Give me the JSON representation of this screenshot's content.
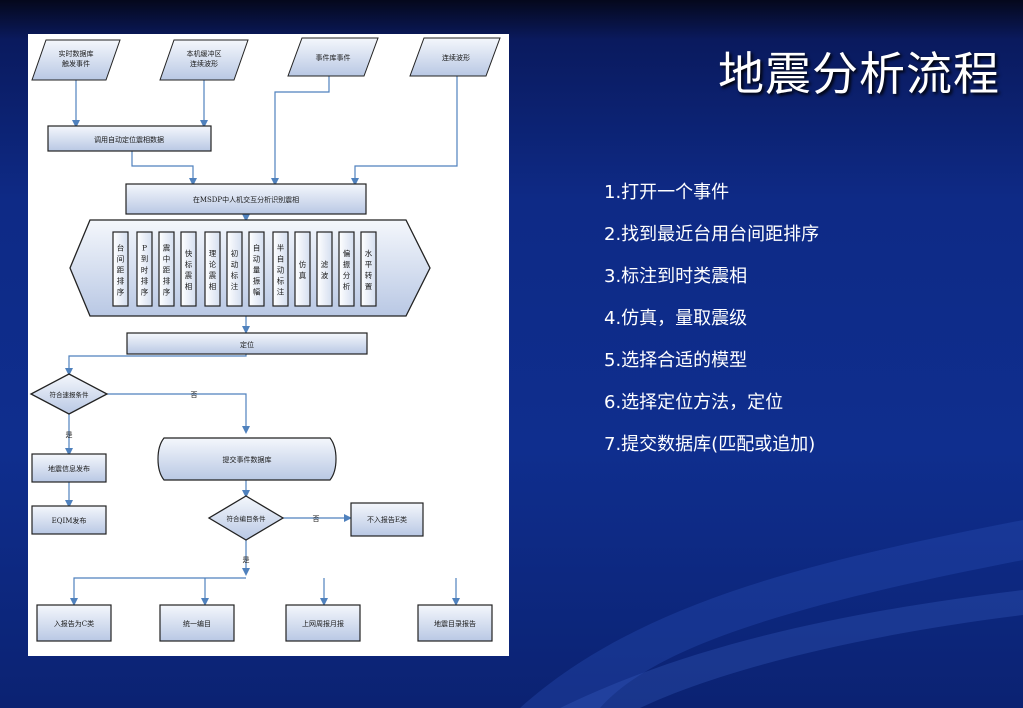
{
  "title": "地震分析流程",
  "steps": [
    "1.打开一个事件",
    "2.找到最近台用台间距排序",
    "3.标注到时类震相",
    "4.仿真，量取震级",
    "5.选择合适的模型",
    "6.选择定位方法，定位",
    "7.提交数据库(匹配或追加)"
  ],
  "flowchart": {
    "inputs": [
      [
        "实时数据库",
        "触发事件"
      ],
      [
        "本机缓冲区",
        "连续波形"
      ],
      [
        "事件库事件"
      ],
      [
        "连续波形"
      ]
    ],
    "load_box": "调用自动定位震相数据",
    "msdp_box": "在MSDP中人机交互分析识别震相",
    "columns": [
      "台间距排序",
      "P到时排序",
      "震中距排序",
      "快标震相",
      "理论震相",
      "初动标注",
      "自动量振幅",
      "半自动标注",
      "仿真",
      "滤波",
      "偏振分析",
      "水平转置"
    ],
    "locate_box": "定位",
    "decision_quick": "符合速报条件",
    "yes": "是",
    "no": "否",
    "quake_info_box": "地震信息发布",
    "eqim_box": "EQIM发布",
    "submit_db": "提交事件数据库",
    "decision_catalog": "符合编目条件",
    "not_in_report": "不入报告E类",
    "outputs": [
      "入报告为C类",
      "统一编目",
      "上网周报月报",
      "地震目录报告"
    ]
  },
  "colors": {
    "box_fill_top": "#f4f7fc",
    "box_fill_bottom": "#b9c8e4",
    "arrow": "#4f81bd",
    "text": "#1a1a1a"
  }
}
